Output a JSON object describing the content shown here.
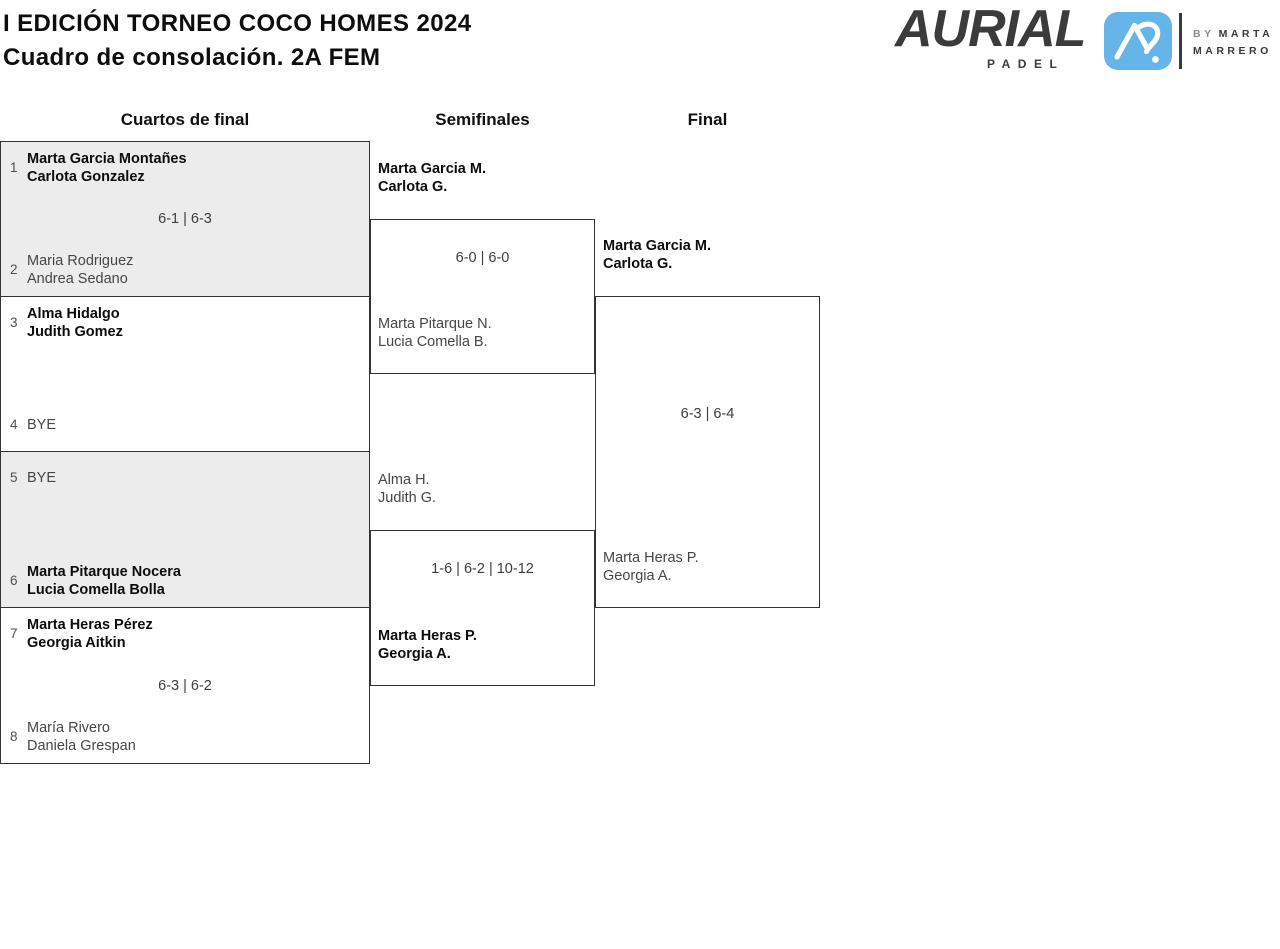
{
  "header": {
    "title": "I EDICIÓN TORNEO COCO HOMES 2024",
    "subtitle": "Cuadro de consolación. 2A FEM"
  },
  "logo": {
    "brand": "AURIAL",
    "brand_sub": "PADEL",
    "badge_mark": "aurial-a-mark",
    "badge_color": "#66b5e8",
    "byline_prefix": "BY",
    "byline_line1": "MARTA",
    "byline_line2": "MARRERO"
  },
  "columns": {
    "round1": "Cuartos de final",
    "round2": "Semifinales",
    "round3": "Final"
  },
  "bracket": {
    "quarterfinals": [
      {
        "score": "6-1 | 6-3",
        "top": {
          "seed": "1",
          "players": [
            "Marta Garcia Montañes",
            "Carlota Gonzalez"
          ],
          "winner": true
        },
        "bottom": {
          "seed": "2",
          "players": [
            "Maria Rodriguez",
            "Andrea Sedano"
          ],
          "winner": false
        }
      },
      {
        "score": "",
        "top": {
          "seed": "3",
          "players": [
            "Alma Hidalgo",
            "Judith Gomez"
          ],
          "winner": true
        },
        "bottom": {
          "seed": "4",
          "players": [
            "BYE"
          ],
          "winner": false
        }
      },
      {
        "score": "",
        "top": {
          "seed": "5",
          "players": [
            "BYE"
          ],
          "winner": false
        },
        "bottom": {
          "seed": "6",
          "players": [
            "Marta Pitarque Nocera",
            "Lucia Comella Bolla"
          ],
          "winner": true
        }
      },
      {
        "score": "6-3 | 6-2",
        "top": {
          "seed": "7",
          "players": [
            "Marta Heras Pérez",
            "Georgia Aitkin"
          ],
          "winner": true
        },
        "bottom": {
          "seed": "8",
          "players": [
            "María Rivero",
            "Daniela Grespan"
          ],
          "winner": false
        }
      }
    ],
    "semifinals": [
      {
        "score": "6-0 | 6-0",
        "top": {
          "players": [
            "Marta Garcia M.",
            "Carlota G."
          ],
          "winner": true
        },
        "bottom": {
          "players": [
            "Marta Pitarque N.",
            "Lucia Comella B."
          ],
          "winner": false
        }
      },
      {
        "score": "1-6 | 6-2 | 10-12",
        "top": {
          "players": [
            "Alma H.",
            "Judith G."
          ],
          "winner": false
        },
        "bottom": {
          "players": [
            "Marta Heras P.",
            "Georgia A."
          ],
          "winner": true
        }
      }
    ],
    "final": {
      "score": "6-3 | 6-4",
      "top": {
        "players": [
          "Marta Garcia M.",
          "Carlota G."
        ],
        "winner": true
      },
      "bottom": {
        "players": [
          "Marta Heras P.",
          "Georgia A."
        ],
        "winner": false
      }
    }
  }
}
